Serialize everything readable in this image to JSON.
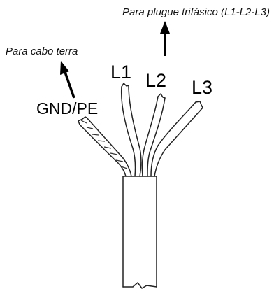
{
  "annotations": {
    "three_phase_note": "Para plugue trifásico (L1-L2-L3)",
    "earth_note": "Para cabo terra"
  },
  "wire_labels": {
    "ground": "GND/PE",
    "l1": "L1",
    "l2": "L2",
    "l3": "L3"
  },
  "icons": {
    "arrow": "arrow-up-icon"
  }
}
